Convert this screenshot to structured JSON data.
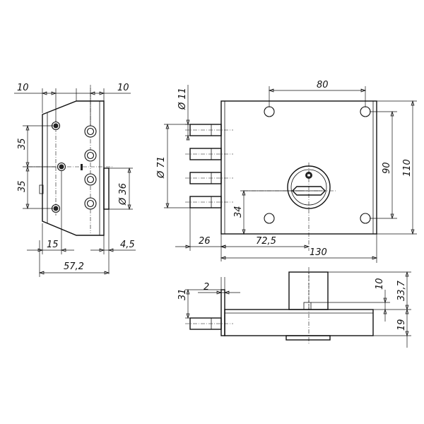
{
  "dimensions": {
    "front_top_left": "10",
    "front_top_right": "10",
    "front_pitch_upper": "35",
    "front_pitch_lower": "35",
    "front_bolt_diameter": "Ø 36",
    "front_bottom_left": "15",
    "front_bottom_right": "4,5",
    "front_overall_width": "57,2",
    "side_rod_diameter": "Ø 11",
    "side_rod_span": "Ø 71",
    "side_hole_spacing_x": "80",
    "side_hole_spacing_y": "90",
    "side_overall_height": "110",
    "side_key_height": "34",
    "side_bolt_projection": "26",
    "side_key_offset": "72,5",
    "side_overall_length": "130",
    "bottom_plate_height": "31",
    "bottom_plate_thickness": "2",
    "bottom_cylinder_offset": "10",
    "bottom_cylinder_height": "33,7",
    "bottom_body_height": "19"
  }
}
